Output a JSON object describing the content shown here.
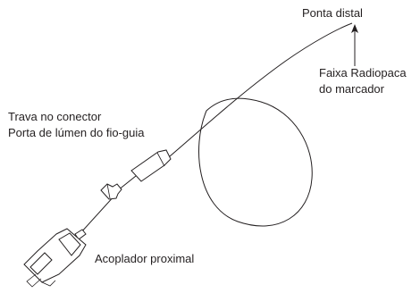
{
  "labels": {
    "distal_tip": "Ponta distal",
    "radiopaque_band_line1": "Faixa Radiopaca",
    "radiopaque_band_line2": "do marcador",
    "connector_lock": "Trava no conector",
    "guidewire_lumen_port": "Porta de lúmen do fio-guia",
    "proximal_coupler": "Acoplador proximal"
  },
  "colors": {
    "line": "#231f20",
    "background": "#ffffff"
  }
}
